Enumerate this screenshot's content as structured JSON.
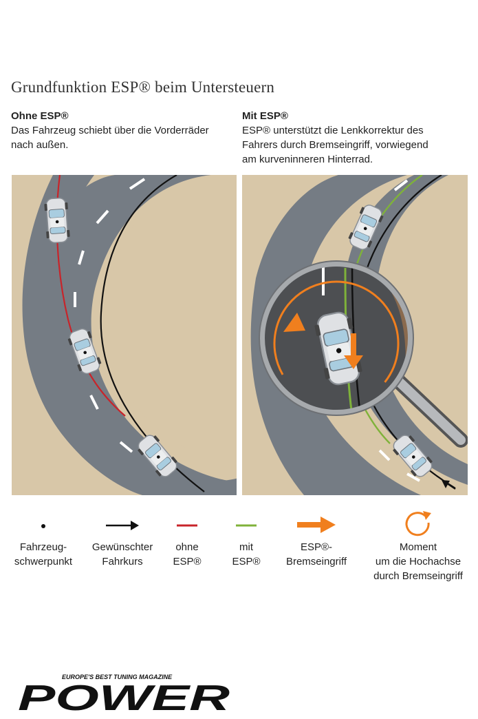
{
  "title": "Grundfunktion ESP® beim Untersteuern",
  "left": {
    "heading": "Ohne ESP®",
    "text_lines": [
      "Das Fahrzeug schiebt über die Vorderräder",
      "nach außen."
    ]
  },
  "right": {
    "heading": "Mit ESP®",
    "text_lines": [
      "ESP® unterstützt die Lenkkorrektur des",
      "Fahrers durch Bremseingriff, vorwiegend",
      "am kurveninneren Hinterrad."
    ]
  },
  "legend": {
    "items": [
      {
        "name": "schwerpunkt",
        "lines": [
          "Fahrzeug-",
          "schwerpunkt"
        ]
      },
      {
        "name": "fahrkurs",
        "lines": [
          "Gewünschter",
          "Fahrkurs"
        ]
      },
      {
        "name": "ohne-esp",
        "lines": [
          "ohne",
          "ESP®"
        ]
      },
      {
        "name": "mit-esp",
        "lines": [
          "mit",
          "ESP®"
        ]
      },
      {
        "name": "bremseingriff",
        "lines": [
          "ESP®-",
          "Bremseingriff"
        ]
      },
      {
        "name": "moment",
        "lines": [
          "Moment",
          "um die Hochachse",
          "durch Bremseingriff"
        ]
      }
    ]
  },
  "logo": {
    "tagline": "EUROPE'S BEST TUNING MAGAZINE",
    "word": "POWER"
  },
  "colors": {
    "sand": "#d8c7a8",
    "road": "#757c84",
    "red": "#c8242a",
    "green": "#7fb23a",
    "orange": "#f07f1e"
  }
}
